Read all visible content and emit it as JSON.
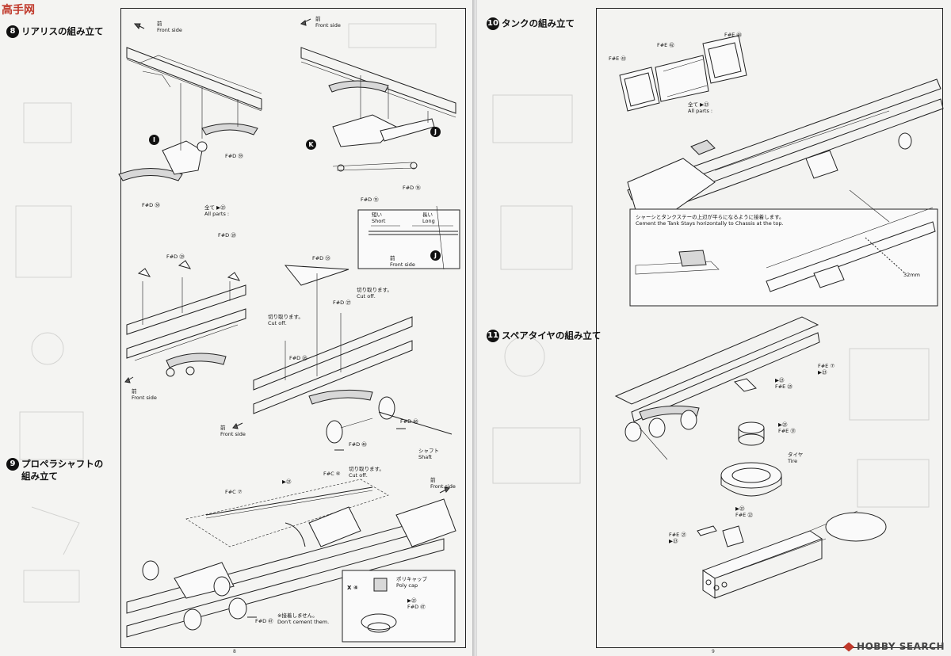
{
  "logos": {
    "top_left": "高手网",
    "bottom_right": "HOBBY SEARCH"
  },
  "left_page": {
    "page_number": "8",
    "step8": {
      "number": "8",
      "title": "リアリスの組み立て",
      "front_top": "前",
      "front_top_en": "Front side",
      "front_top2": "前",
      "front_top2_en": "Front side",
      "callout_i": "I",
      "callout_k": "K",
      "callout_j": "J",
      "callout_j2": "J",
      "part_d39": "F#D ㊴",
      "part_d38": "F#D ㊳",
      "part_d15": "F#D ⑮",
      "part_d16": "F#D ⑯",
      "all_parts_jp": "全て ▶㉓",
      "all_parts_en": "All parts :",
      "short_jp": "短い",
      "short_en": "Short",
      "long_jp": "長い",
      "long_en": "Long",
      "inset_front": "前",
      "inset_front_en": "Front side",
      "part_d26": "F#D ㉖",
      "part_d29": "F#D ㉙",
      "part_d28": "F#D ㉘",
      "part_d33": "F#D ㉝",
      "cut_off1_jp": "切り取ります。",
      "cut_off1_en": "Cut off.",
      "part_d27": "F#D ㉗",
      "cut_off2_jp": "切り取ります。",
      "cut_off2_en": "Cut off.",
      "part_d26b": "F#D ㉖",
      "front_mid": "前",
      "front_mid_en": "Front side",
      "front_mid2": "前",
      "front_mid2_en": "Front side",
      "part_d46a": "F#D ㊻",
      "part_d46b": "F#D ㊻",
      "shaft_jp": "シャフト",
      "shaft_en": "Shaft"
    },
    "step9": {
      "number": "9",
      "title_line1": "プロペラシャフトの",
      "title_line2": "組み立て",
      "part_c7": "F#C ⑦",
      "part_p23": "▶㉓",
      "part_c6": "F#C ⑥",
      "cut_off_jp": "切り取ります。",
      "cut_off_en": "Cut off.",
      "front_jp": "前",
      "front_en": "Front side",
      "inset_mark": "X ④",
      "poly_cap_jp": "ポリキャップ",
      "poly_cap_en": "Poly cap",
      "part_p23b": "▶㉓",
      "part_d47a": "F#D ㊼",
      "part_d47b": "F#D ㊼",
      "no_cement_jp": "※接着しません。",
      "no_cement_en": "Don't cement them."
    }
  },
  "right_page": {
    "page_number": "9",
    "step10": {
      "number": "10",
      "title": "タンクの組み立て",
      "part_e44": "F#E ㊹",
      "part_e42": "F#E ㊷",
      "part_e43": "F#E ㊸",
      "all_parts_jp": "全て ▶㉓",
      "all_parts_en": "All parts :",
      "note_jp": "シャーシとタンクステーの上辺が平らになるように接着します。",
      "note_en": "Cement the Tank Stays horizontally to Chassis at the top.",
      "dim": "32mm"
    },
    "step11": {
      "number": "11",
      "title": "スペアタイヤの組み立て",
      "part_e7": "F#E ⑦",
      "part_p23a": "▶㉓",
      "part_p23b": "▶㉓",
      "part_e25": "F#E ㉕",
      "part_p23c": "▶㉓",
      "part_e31": "F#E ㉛",
      "tire_jp": "タイヤ",
      "tire_en": "Tire",
      "part_p23d": "▶㉓",
      "part_e22": "F#E ㉒",
      "part_e21": "F#E ㉑",
      "part_p23e": "▶㉓"
    }
  }
}
